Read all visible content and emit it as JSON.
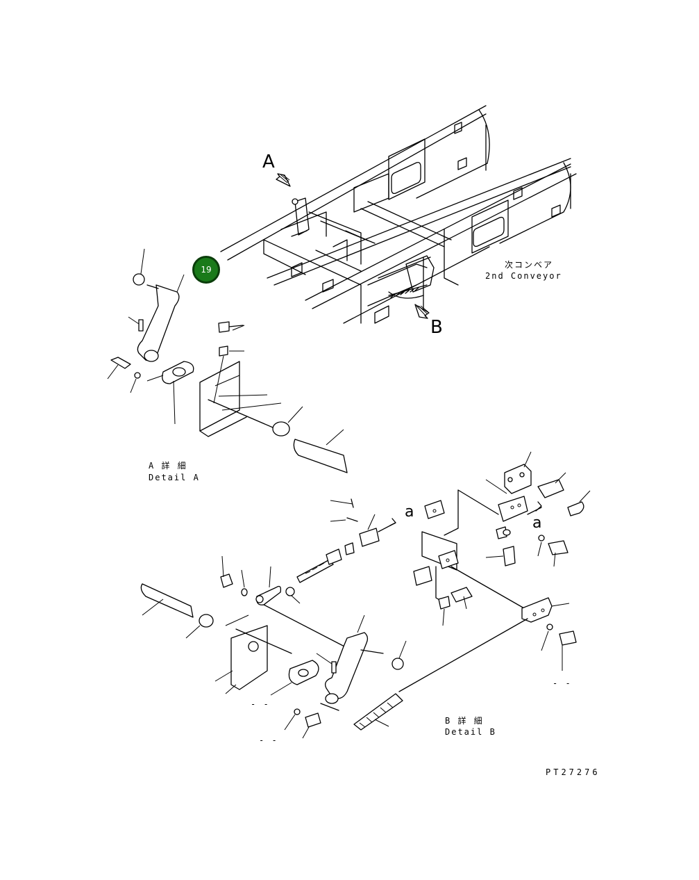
{
  "callout": {
    "number": "19",
    "fill": "#1a7a1a",
    "border": "#0b3d0b"
  },
  "labels": {
    "view_a": "A",
    "view_b": "B",
    "conveyor_jp": "次コンベア",
    "conveyor_en": "2nd Conveyor",
    "detail_a_jp": "A 詳 細",
    "detail_a_en": "Detail A",
    "detail_b_jp": "B 詳 細",
    "detail_b_en": "Detail B",
    "ref_a1": "a",
    "ref_a2": "a",
    "dash_1": "- -",
    "dash_2": "- -",
    "dash_3": "- -",
    "drawing_no": "PT27276"
  },
  "icons": {
    "arrow_a": "hatched-arrow-icon",
    "arrow_b": "hatched-arrow-icon"
  }
}
